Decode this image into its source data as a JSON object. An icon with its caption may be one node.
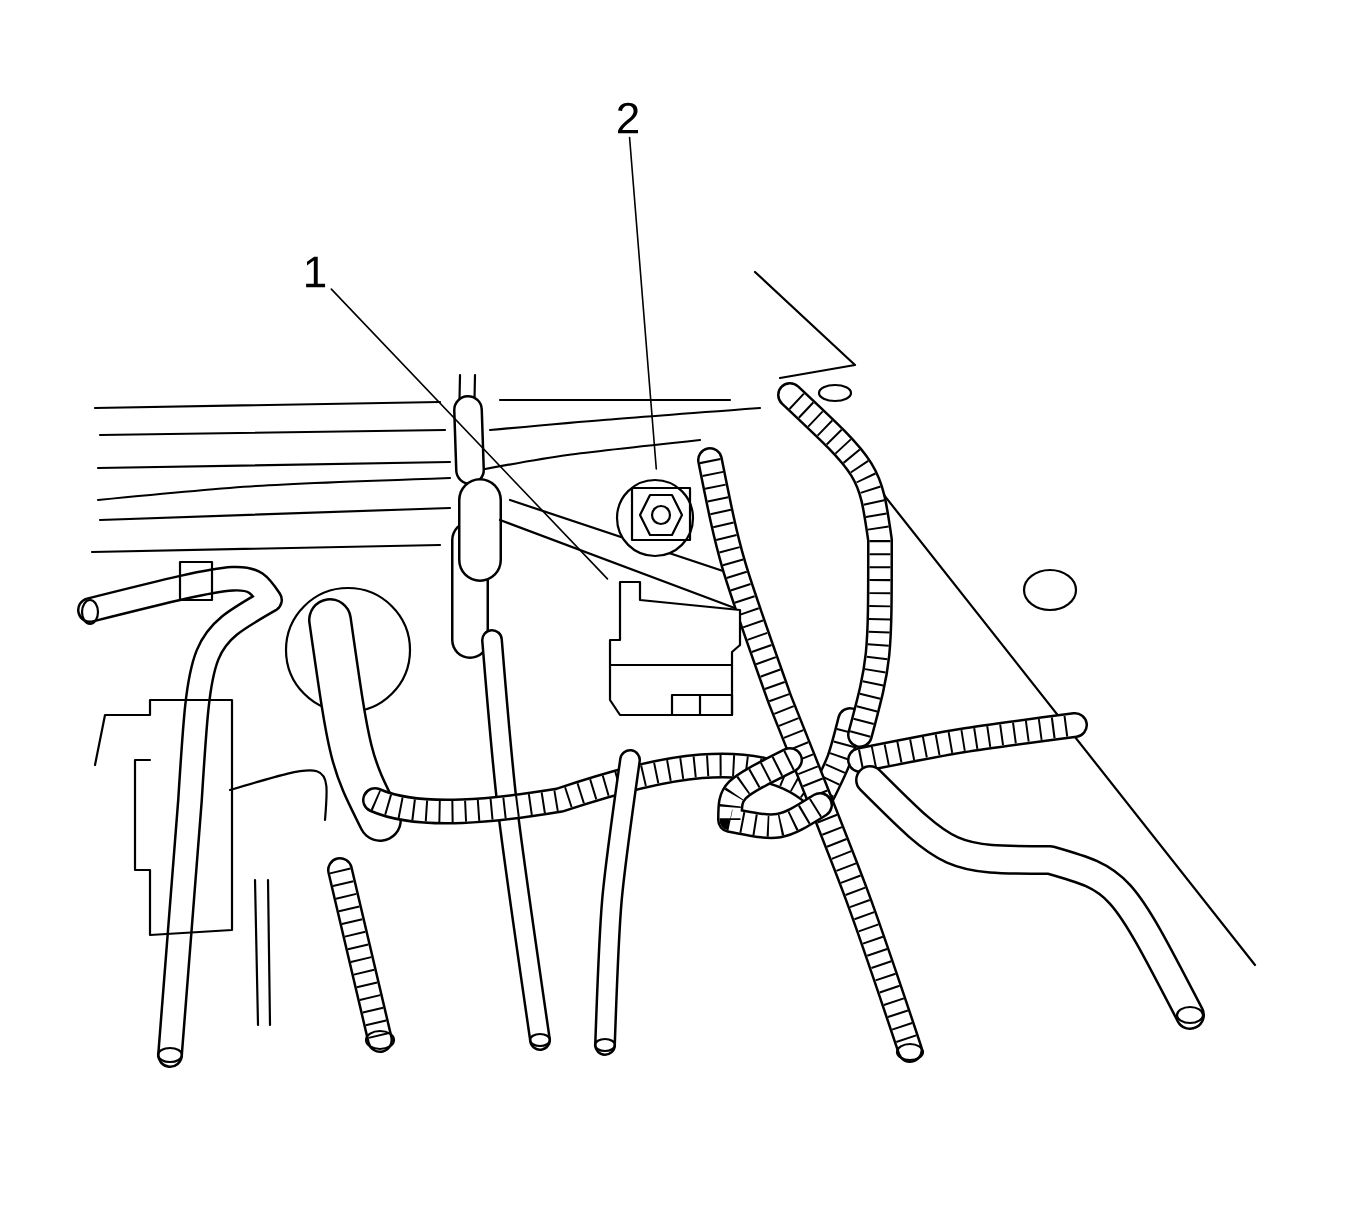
{
  "diagram": {
    "nodes": [
      {
        "text": [
          "1"
        ]
      },
      {
        "text": [
          "2"
        ]
      },
      {
        "text": [],
        "shape": "picture"
      },
      {
        "text": [],
        "shape": "picture"
      }
    ],
    "edges": [
      {
        "from": 0,
        "to": 3,
        "arrow": "none"
      },
      {
        "from": 1,
        "to": 2,
        "arrow": "none"
      }
    ]
  }
}
